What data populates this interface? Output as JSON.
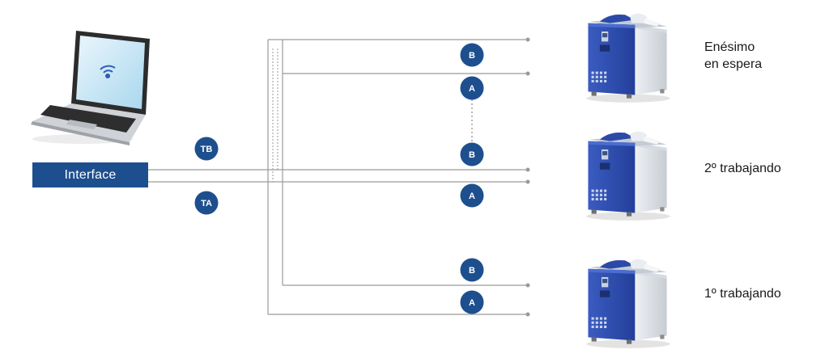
{
  "interface": {
    "label": "Interface"
  },
  "trunk": {
    "tb": {
      "label": "TB"
    },
    "ta": {
      "label": "TA"
    }
  },
  "machines": [
    {
      "status_line1": "Enésimo",
      "status_line2": "en espera",
      "b_label": "B",
      "a_label": "A"
    },
    {
      "status_line1": "2º trabajando",
      "b_label": "B",
      "a_label": "A"
    },
    {
      "status_line1": "1º trabajando",
      "b_label": "B",
      "a_label": "A"
    }
  ],
  "colors": {
    "badge": "#1d4f8e",
    "line": "#9a9a9a",
    "machine_blue": "#2f50b0",
    "machine_grey": "#d9dde2"
  }
}
